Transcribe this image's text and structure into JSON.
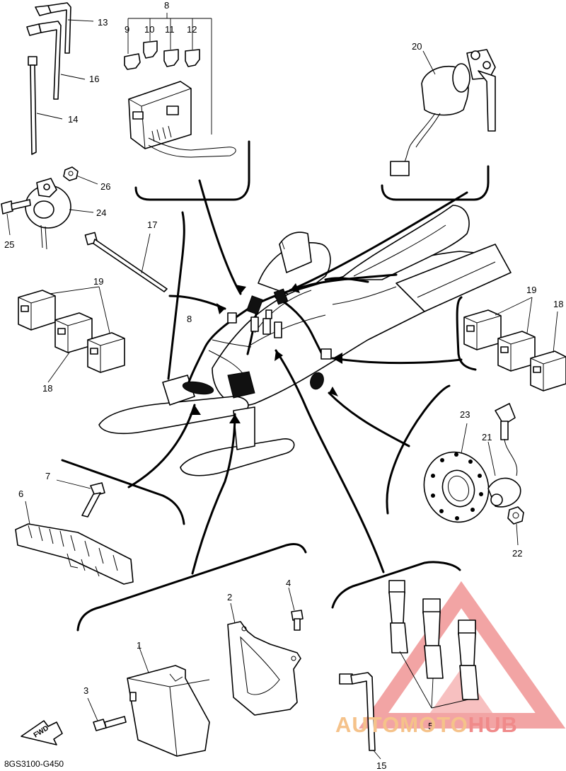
{
  "diagram": {
    "code": "8GS3100-G450",
    "fwd_label": "FWD",
    "watermark": {
      "part1": "AUTOMOTO",
      "part2": "HUB",
      "color_a": "#f5c28a",
      "color_b": "#f08a8a",
      "triangle_color": "#e85a5a"
    },
    "callouts": [
      {
        "id": "c1",
        "text": "1"
      },
      {
        "id": "c2",
        "text": "2"
      },
      {
        "id": "c3",
        "text": "3"
      },
      {
        "id": "c4",
        "text": "4"
      },
      {
        "id": "c5",
        "text": "5"
      },
      {
        "id": "c6",
        "text": "6"
      },
      {
        "id": "c7",
        "text": "7"
      },
      {
        "id": "c8a",
        "text": "8"
      },
      {
        "id": "c8b",
        "text": "8"
      },
      {
        "id": "c9",
        "text": "9"
      },
      {
        "id": "c10",
        "text": "10"
      },
      {
        "id": "c11",
        "text": "11"
      },
      {
        "id": "c12",
        "text": "12"
      },
      {
        "id": "c13",
        "text": "13"
      },
      {
        "id": "c14",
        "text": "14"
      },
      {
        "id": "c15",
        "text": "15"
      },
      {
        "id": "c16",
        "text": "16"
      },
      {
        "id": "c17",
        "text": "17"
      },
      {
        "id": "c18a",
        "text": "18"
      },
      {
        "id": "c18b",
        "text": "18"
      },
      {
        "id": "c19a",
        "text": "19"
      },
      {
        "id": "c19b",
        "text": "19"
      },
      {
        "id": "c20",
        "text": "20"
      },
      {
        "id": "c21",
        "text": "21"
      },
      {
        "id": "c22",
        "text": "22"
      },
      {
        "id": "c23",
        "text": "23"
      },
      {
        "id": "c24",
        "text": "24"
      },
      {
        "id": "c25",
        "text": "25"
      },
      {
        "id": "c26",
        "text": "26"
      }
    ]
  }
}
